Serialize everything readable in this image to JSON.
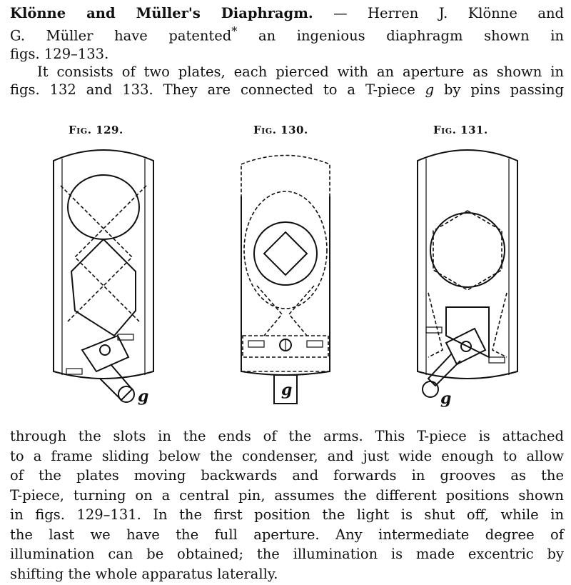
{
  "intro": {
    "heading": "Klönne and Müller's Diaphragm.",
    "line1_rest": " — Herren J. Klönne and",
    "line2_a": "G. Müller have patented",
    "line2_star": "*",
    "line2_b": " an ingenious diaphragm shown in",
    "line3": "figs. 129–133.",
    "line4": "It consists of two plates, each pierced with an aperture as shown in",
    "line5_a": "figs. 132 and 133. They are connected to a T-piece ",
    "line5_g": "g",
    "line5_b": " by pins passing"
  },
  "figures": [
    {
      "caption": "Fig. 129.",
      "label": "g"
    },
    {
      "caption": "Fig. 130.",
      "label": "g"
    },
    {
      "caption": "Fig. 131.",
      "label": "g"
    }
  ],
  "body": {
    "lines": [
      "through the slots in the ends of the arms. This T-piece is attached",
      "to a frame sliding below the condenser, and just wide enough to allow",
      "of the plates moving backwards and forwards in grooves as the",
      "T-piece, turning on a central pin, assumes the different positions shown",
      "in figs. 129–131. In the first position the light is shut off, while in",
      "the last we have the full aperture. Any intermediate degree of",
      "illumination can be obtained; the illumination is made excentric by",
      "shifting the whole apparatus laterally."
    ]
  }
}
